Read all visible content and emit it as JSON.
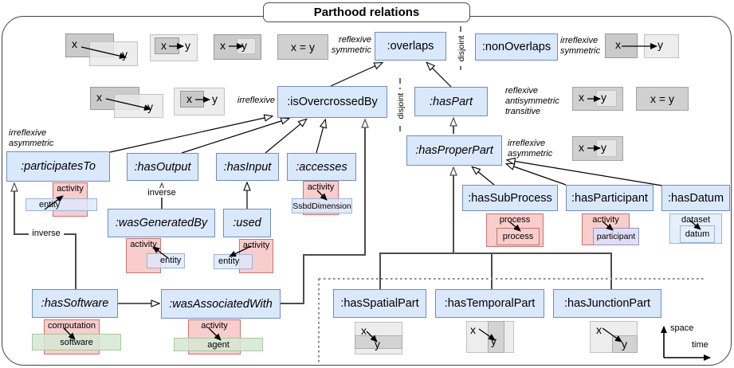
{
  "title": "Parthood relations",
  "nodes": {
    "overlaps": ":overlaps",
    "nonOverlaps": ":nonOverlaps",
    "isOvercrossedBy": ":isOvercrossedBy",
    "hasPart": ":hasPart",
    "hasProperPart": ":hasProperPart",
    "participatesTo": ":participatesTo",
    "hasOutput": ":hasOutput",
    "hasInput": ":hasInput",
    "accesses": ":accesses",
    "wasGeneratedBy": ":wasGeneratedBy",
    "used": ":used",
    "hasSubProcess": ":hasSubProcess",
    "hasParticipant": ":hasParticipant",
    "hasDatum": ":hasDatum",
    "hasSoftware": ":hasSoftware",
    "wasAssociatedWith": ":wasAssociatedWith",
    "hasSpatialPart": ":hasSpatialPart",
    "hasTemporalPart": ":hasTemporalPart",
    "hasJunctionPart": ":hasJunctionPart"
  },
  "props": {
    "overlaps": [
      "reflexive",
      "symmetric"
    ],
    "nonOverlaps": [
      "irreflexive",
      "symmetric"
    ],
    "isOvercrossedBy": [
      "irreflexive"
    ],
    "hasPart": [
      "reflexive",
      "antisymmetric",
      "transitive"
    ],
    "participatesTo": [
      "irreflexive",
      "asymmetric"
    ],
    "hasProperPart": [
      "irreflexive",
      "asymmetric"
    ]
  },
  "edge_labels": {
    "disjoint": "disjoint",
    "inverse": "inverse"
  },
  "glyphs": {
    "x": "x",
    "y": "y",
    "xeqy": "x = y"
  },
  "axes": {
    "vertical": "space",
    "horizontal": "time"
  },
  "schematics": {
    "participatesTo": {
      "source": "entity",
      "target": "activity"
    },
    "wasGeneratedBy": {
      "source": "entity",
      "target": "activity"
    },
    "used": {
      "source": "activity",
      "target": "entity"
    },
    "accesses": {
      "source": "activity",
      "target": "SsbdDimension"
    },
    "hasSubProcess": {
      "source": "process",
      "target": "process"
    },
    "hasParticipant": {
      "source": "activity",
      "target": "participant"
    },
    "hasDatum": {
      "source": "dataset",
      "target": "datum"
    },
    "hasSoftware": {
      "source": "computation",
      "target": "software"
    },
    "wasAssociatedWith": {
      "source": "activity",
      "target": "agent"
    }
  },
  "colors": {
    "relation_fill": "#dae8fc",
    "relation_border": "#6c8ebf",
    "activity_fill": "#f8cecc",
    "activity_border": "#b85450",
    "entity_fill": "#dae8fc",
    "agent_fill": "#d5e8d4"
  }
}
